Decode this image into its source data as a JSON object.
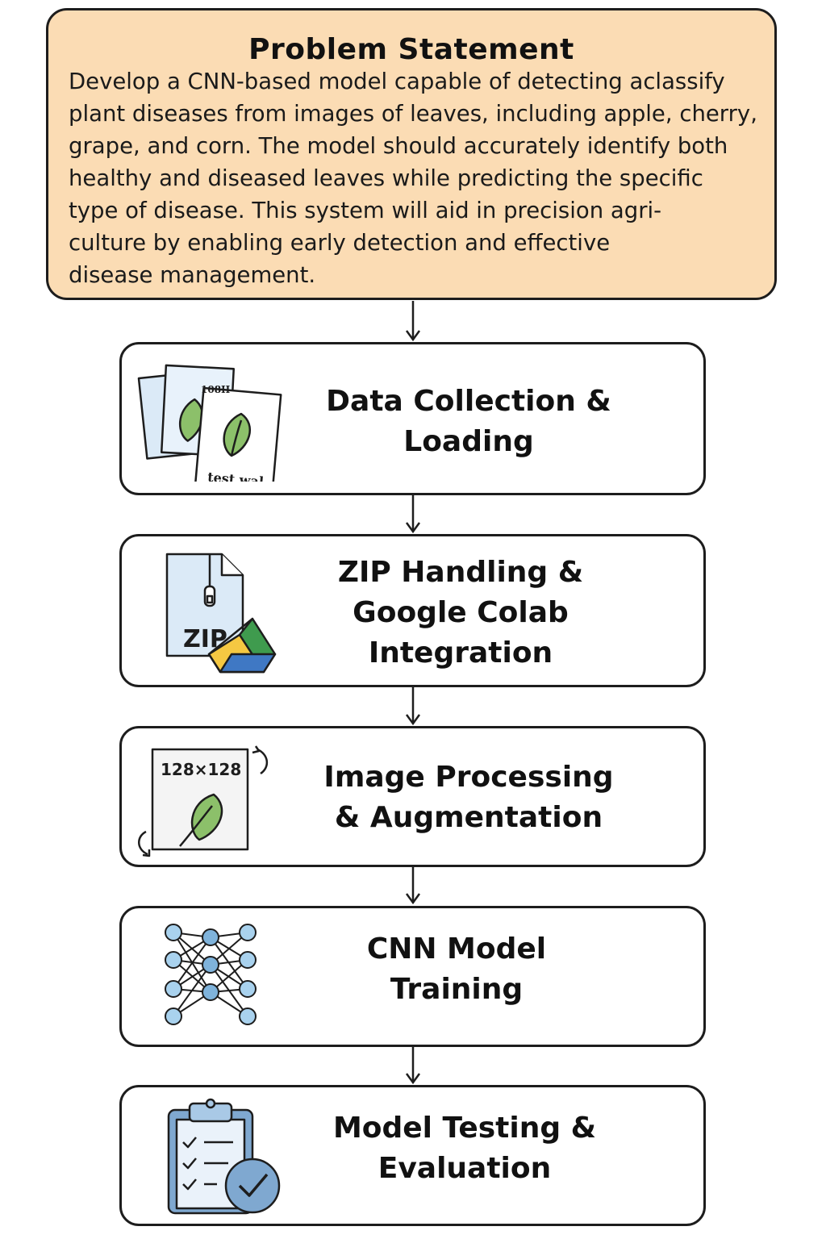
{
  "problem": {
    "title": "Problem Statement",
    "lines": [
      "Develop a CNN-based model capable of detecting aclassify",
      "plant diseases from images of leaves, including apple, cherry,",
      "grape, and corn. The model should accurately identify both",
      "healthy and diseased leaves while predicting the specific",
      "type of disease. This system will aid in precision agri-",
      "culture by enabling early detection and effective",
      "disease management."
    ]
  },
  "steps": [
    {
      "lines": [
        "Data Collection &",
        "Loading"
      ],
      "icon": "image-files-icon",
      "icon_text": {
        "top": "108II",
        "bottom": "test  wal"
      }
    },
    {
      "lines": [
        "ZIP Handling &",
        "Google Colab",
        "Integration"
      ],
      "icon": "zip-drive-icon",
      "icon_text": {
        "zip": "ZIP"
      }
    },
    {
      "lines": [
        "Image Processing",
        "& Augmentation"
      ],
      "icon": "resize-image-icon",
      "icon_text": {
        "size": "128×128"
      }
    },
    {
      "lines": [
        "CNN Model",
        "Training"
      ],
      "icon": "neural-network-icon"
    },
    {
      "lines": [
        "Model Testing &",
        "Evaluation"
      ],
      "icon": "clipboard-check-icon"
    }
  ],
  "colors": {
    "problem_fill": "#fbdcb4",
    "leaf_green": "#8cc06a",
    "node_blue": "#a9d2ee",
    "drive_yellow": "#f5c842",
    "drive_green": "#3f9b4e",
    "drive_blue": "#3f78c4"
  }
}
